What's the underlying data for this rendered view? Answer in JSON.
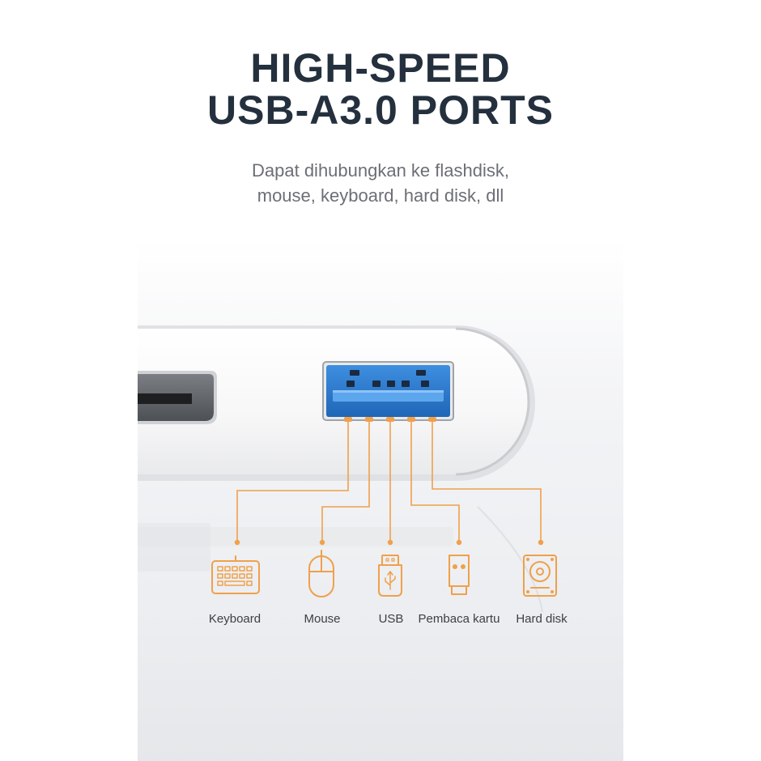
{
  "title": {
    "line1": "HIGH-SPEED",
    "line2": "USB-A3.0 PORTS"
  },
  "subtitle": {
    "line1": "Dapat dihubungkan ke flashdisk,",
    "line2": "mouse, keyboard, hard disk, dll"
  },
  "colors": {
    "accent": "#f0a04b",
    "port_blue": "#2f7fd4",
    "title": "#24303d"
  },
  "devices": [
    {
      "label": "Keyboard",
      "icon": "keyboard-icon"
    },
    {
      "label": "Mouse",
      "icon": "mouse-icon"
    },
    {
      "label": "USB",
      "icon": "usb-drive-icon"
    },
    {
      "label": "Pembaca kartu",
      "icon": "card-reader-icon"
    },
    {
      "label": "Hard disk",
      "icon": "hard-disk-icon"
    }
  ]
}
